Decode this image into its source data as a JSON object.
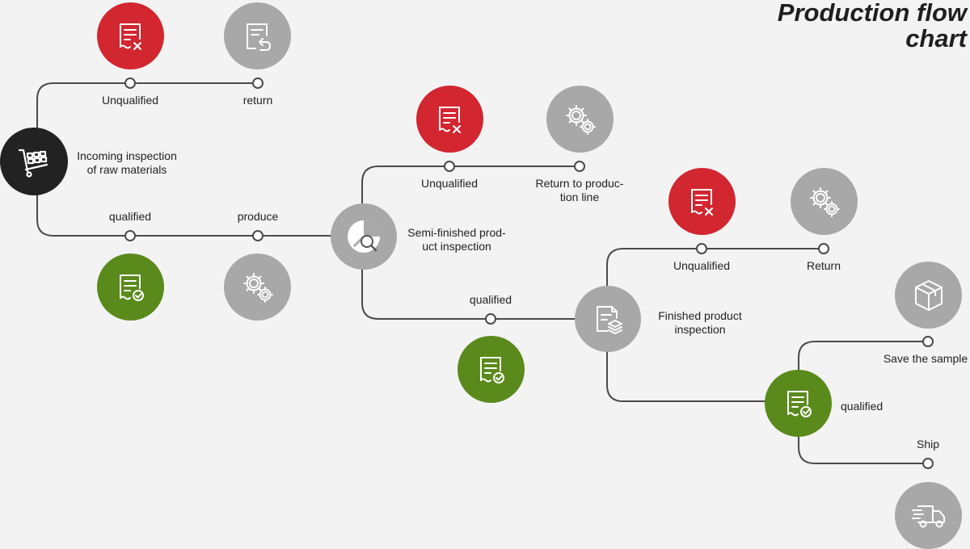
{
  "title": {
    "line1": "Production flow",
    "line2": "chart"
  },
  "colors": {
    "red": "#d22630",
    "green": "#5a8a1c",
    "gray": "#a8a8a8",
    "black": "#222222",
    "line": "#4a4a4a"
  },
  "stage1": {
    "label_line1": "Incoming inspection",
    "label_line2": "of raw materials",
    "unqualified": "Unqualified",
    "return": "return",
    "qualified": "qualified",
    "produce": "produce"
  },
  "stage2": {
    "label_line1": "Semi-finished prod-",
    "label_line2": "uct inspection",
    "unqualified": "Unqualified",
    "return_line1": "Return to produc-",
    "return_line2": "tion line",
    "qualified": "qualified"
  },
  "stage3": {
    "label_line1": "Finished product",
    "label_line2": "inspection",
    "unqualified": "Unqualified",
    "return": "Return",
    "qualified": "qualified",
    "save_sample": "Save the sample",
    "ship": "Ship"
  },
  "icons": {
    "cart": "warehouse-cart-icon",
    "doc_reject": "document-reject-icon",
    "doc_return": "document-return-icon",
    "doc_check": "document-check-icon",
    "gears": "gears-icon",
    "wrench_search": "wrench-search-icon",
    "doc_layers": "document-layers-icon",
    "box": "package-box-icon",
    "truck": "delivery-truck-icon"
  }
}
